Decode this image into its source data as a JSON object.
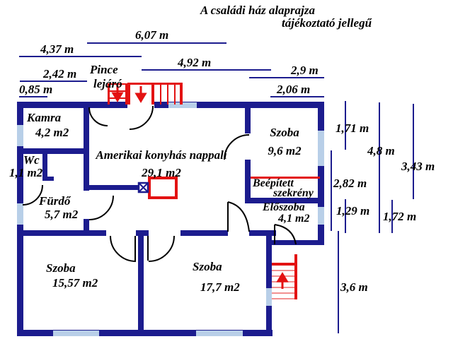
{
  "title": {
    "line1": "A családi ház alaprajza",
    "line2": "tájékoztató jellegű"
  },
  "stair_labels": {
    "pince_line1": "Pince",
    "pince_line2": "lejáró"
  },
  "rooms": {
    "kamra": {
      "name": "Kamra",
      "area": "4,2 m2"
    },
    "wc": {
      "name": "Wc",
      "area": "1,1 m2"
    },
    "furdo": {
      "name": "Fürdő",
      "area": "5,7 m2"
    },
    "nappali": {
      "name": "Amerikai konyhás nappali",
      "area": "29,1 m2"
    },
    "szoba_felso": {
      "name": "Szoba",
      "area": "9,6 m2"
    },
    "szekreny": {
      "line1": "Beépített",
      "line2": "szekrény"
    },
    "eloszoba": {
      "name": "Előszoba",
      "area": "4,1 m2"
    },
    "szoba_bal": {
      "name": "Szoba",
      "area": "15,57 m2"
    },
    "szoba_jobb": {
      "name": "Szoba",
      "area": "17,7 m2"
    }
  },
  "dimensions": {
    "top": {
      "d6_07": "6,07 m",
      "d4_37": "4,37 m",
      "d4_92": "4,92 m",
      "d2_9": "2,9 m",
      "d2_42": "2,42 m",
      "d2_06": "2,06 m",
      "d0_85": "0,85 m"
    },
    "right": {
      "d1_71": "1,71 m",
      "d4_8": "4,8 m",
      "d3_43": "3,43 m",
      "d2_82": "2,82 m",
      "d1_29": "1,29 m",
      "d1_72": "1,72 m",
      "d3_6": "3,6 m"
    }
  },
  "colors": {
    "wall": "#1c1c8e",
    "window": "#b8cfe8",
    "stair_red": "#e31212",
    "text": "#000000"
  }
}
